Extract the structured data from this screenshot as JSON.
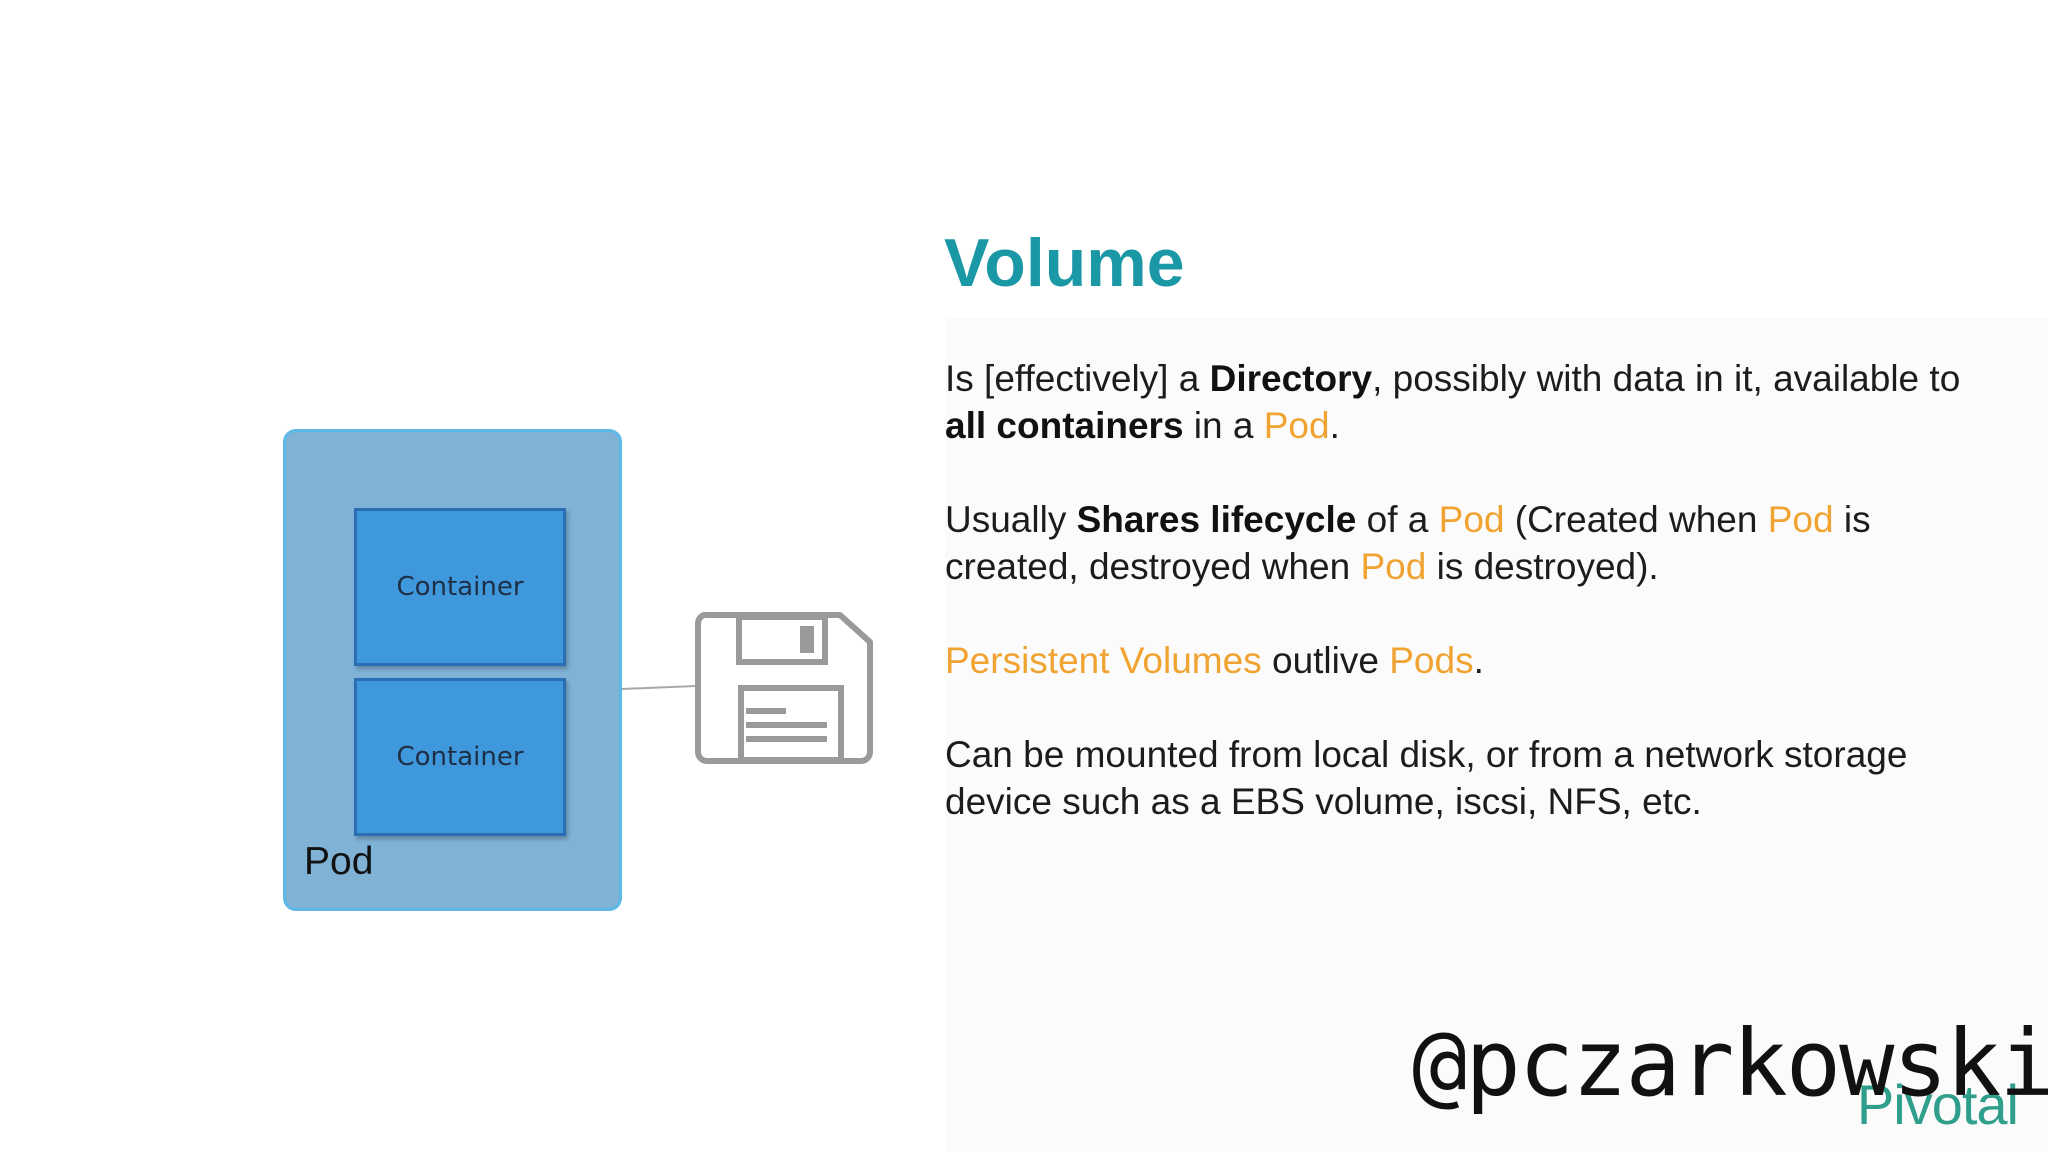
{
  "slide": {
    "title": "Volume",
    "paragraphs": [
      {
        "segments": [
          {
            "text": "Is [effectively] a ",
            "style": "normal"
          },
          {
            "text": "Directory",
            "style": "bold"
          },
          {
            "text": ", possibly with data in it, available to ",
            "style": "normal"
          },
          {
            "text": "all containers",
            "style": "bold"
          },
          {
            "text": " in a ",
            "style": "normal"
          },
          {
            "text": "Pod",
            "style": "highlight"
          },
          {
            "text": ".",
            "style": "normal"
          }
        ]
      },
      {
        "segments": [
          {
            "text": "Usually ",
            "style": "normal"
          },
          {
            "text": "Shares lifecycle",
            "style": "bold"
          },
          {
            "text": " of a ",
            "style": "normal"
          },
          {
            "text": "Pod",
            "style": "highlight"
          },
          {
            "text": " (Created when ",
            "style": "normal"
          },
          {
            "text": "Pod",
            "style": "highlight"
          },
          {
            "text": " is created, destroyed when ",
            "style": "normal"
          },
          {
            "text": "Pod",
            "style": "highlight"
          },
          {
            "text": " is destroyed).",
            "style": "normal"
          }
        ]
      },
      {
        "segments": [
          {
            "text": "Persistent Volumes",
            "style": "highlight"
          },
          {
            "text": " outlive ",
            "style": "normal"
          },
          {
            "text": "Pods",
            "style": "highlight"
          },
          {
            "text": ".",
            "style": "normal"
          }
        ]
      },
      {
        "segments": [
          {
            "text": "Can be mounted from local disk, or from a network storage device such as a EBS volume, iscsi, NFS, etc.",
            "style": "normal"
          }
        ]
      }
    ]
  },
  "diagram": {
    "pod_label": "Pod",
    "containers": [
      "Container",
      "Container"
    ],
    "volume_icon": "floppy-disk-icon"
  },
  "watermark": {
    "handle": "@pczarkowski",
    "brand": "Pivotal"
  },
  "colors": {
    "title": "#1a98a6",
    "highlight": "#f0a330",
    "pod_fill": "#80b2d6",
    "pod_border": "#5db8e8",
    "container_fill": "#3f97dc",
    "icon_gray": "#9a9a9a",
    "brand": "#2f9f8c"
  }
}
